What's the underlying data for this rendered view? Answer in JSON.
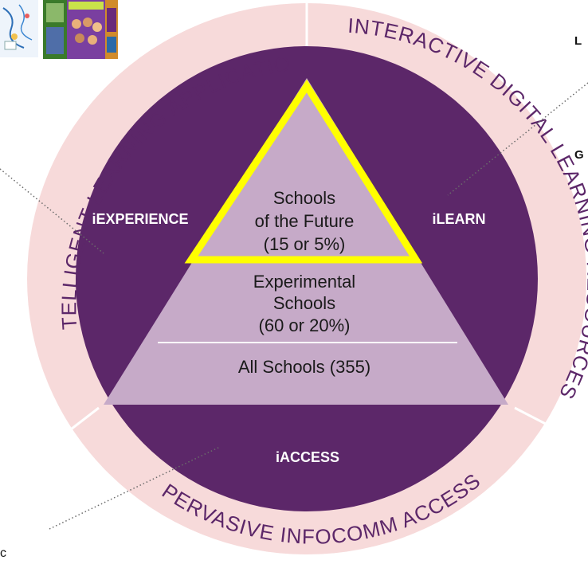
{
  "colors": {
    "ring_bg": "#f7dada",
    "ring_divider": "#ffffff",
    "disc": "#5c2769",
    "pyramid_fill": "#c6aac8",
    "pyramid_line": "#ffffff",
    "highlight": "#ffff00",
    "ring_text": "#5c2769",
    "disc_text": "#ffffff",
    "pyramid_text": "#1a1a1a"
  },
  "ring": {
    "top_left": "INTELLIGENT LEARNING APPLICATIONS",
    "top_right": "INTERACTIVE DIGITAL LEARNING RESOURCES",
    "bottom": "PERVASIVE INFOCOMM ACCESS"
  },
  "sectors": {
    "left": "iEXPERIENCE",
    "right": "iLEARN",
    "bottom": "iACCESS"
  },
  "pyramid": {
    "top": [
      "Schools",
      "of the Future",
      "(15 or 5%)"
    ],
    "middle": [
      "Experimental",
      "Schools",
      "(60 or 20%)"
    ],
    "base": "All Schools (355)"
  },
  "edge_letters": {
    "top_right_1": "L",
    "top_right_2": "G",
    "bottom_left": "c"
  },
  "thumbnails": [
    {
      "icon": "map-sketch-icon"
    },
    {
      "icon": "book-covers-icon"
    }
  ]
}
